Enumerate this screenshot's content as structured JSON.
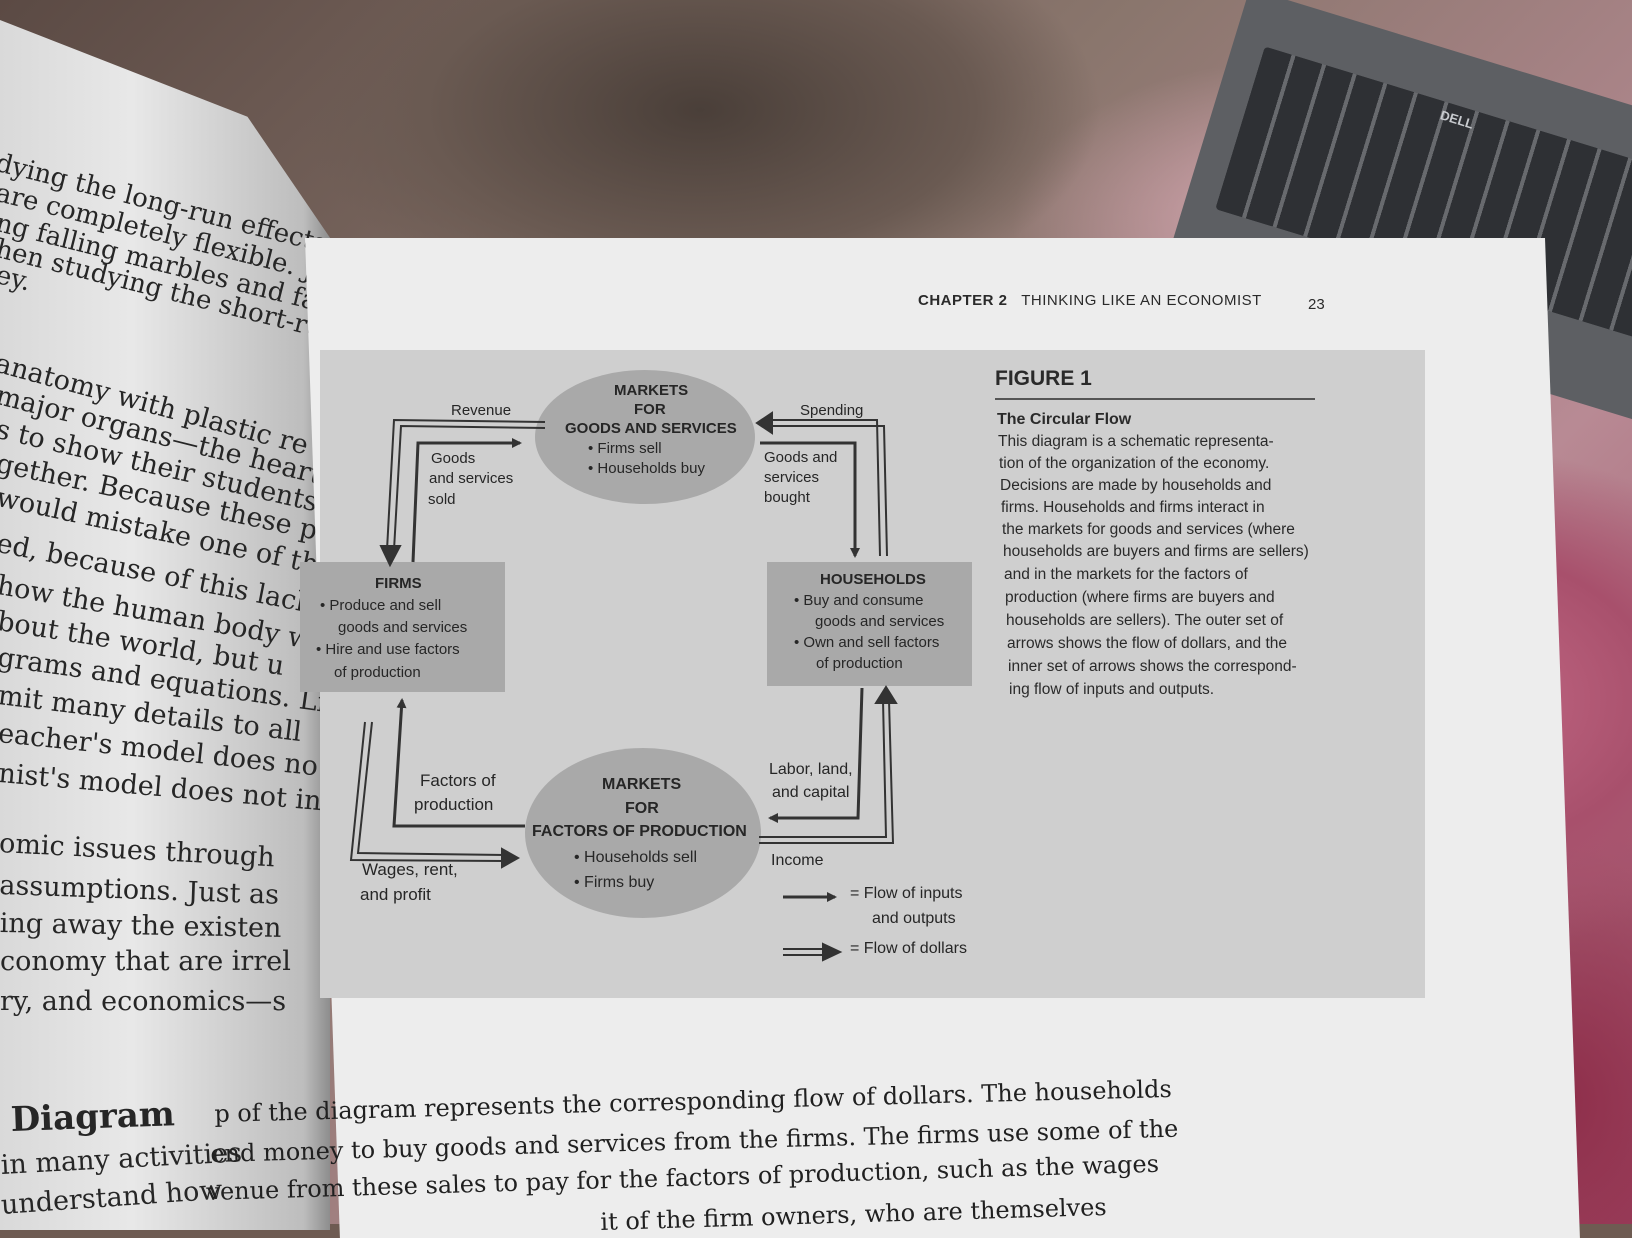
{
  "left_page": {
    "lines": [
      "dying the long-run effects of",
      "are completely flexible. Just as",
      "ng falling marbles and falling",
      "hen studying the short-run i",
      "ey.",
      "anatomy with plastic re",
      "major organs—the heart, li",
      "s to show their students w",
      "gether. Because these pl",
      "would mistake one of the",
      "ed, because of this lack o",
      "how the human body wo",
      "bout the world, but u",
      "grams and equations. Li",
      "mit many details to all",
      "eacher's model does no",
      "nist's model does not in",
      "omic issues through",
      "assumptions. Just as",
      "ing away the existen",
      "conomy that are irrel",
      "ry, and economics—s",
      "Diagram",
      "in many activities",
      "understand how"
    ]
  },
  "header": {
    "chapter": "CHAPTER 2",
    "chapter_title": "THINKING LIKE AN ECONOMIST",
    "page_number": "23"
  },
  "figure": {
    "label": "FIGURE 1",
    "caption_title": "The Circular Flow",
    "caption_lines": [
      "This diagram is a schematic representa-",
      "tion of the organization of the economy.",
      "Decisions are made by households and",
      "firms. Households and firms interact in",
      "the markets for goods and services (where",
      "households are buyers and firms are sellers)",
      "and in the markets for the factors of",
      "production (where firms are buyers and",
      "households are sellers). The outer set of",
      "arrows shows the flow of dollars, and the",
      "inner set of arrows shows the correspond-",
      "ing flow of inputs and outputs."
    ]
  },
  "diagram": {
    "goods_market": {
      "title_lines": [
        "MARKETS",
        "FOR",
        "GOODS AND SERVICES"
      ],
      "bullets": [
        "Firms sell",
        "Households buy"
      ]
    },
    "factors_market": {
      "title_lines": [
        "MARKETS",
        "FOR",
        "FACTORS OF PRODUCTION"
      ],
      "bullets": [
        "Households sell",
        "Firms buy"
      ]
    },
    "firms": {
      "title": "FIRMS",
      "bullets": [
        "Produce and sell",
        "goods and services",
        "Hire and use factors",
        "of production"
      ]
    },
    "households": {
      "title": "HOUSEHOLDS",
      "bullets": [
        "Buy and consume",
        "goods and services",
        "Own and sell factors",
        "of production"
      ]
    },
    "flow_labels": {
      "revenue": "Revenue",
      "spending": "Spending",
      "goods_sold": [
        "Goods",
        "and services",
        "sold"
      ],
      "goods_bought": [
        "Goods and",
        "services",
        "bought"
      ],
      "factors": [
        "Factors of",
        "production"
      ],
      "labor": [
        "Labor, land,",
        "and capital"
      ],
      "wages": [
        "Wages, rent,",
        "and profit"
      ],
      "income": "Income"
    },
    "legend": {
      "inputs": [
        "= Flow of inputs",
        "and outputs"
      ],
      "dollars": "= Flow of dollars"
    }
  },
  "body_text": {
    "lines": [
      "p of the diagram represents the corresponding flow of dollars. The households",
      "end money to buy goods and services from the firms. The firms use some of the",
      "venue from these sales to pay for the factors of production, such as the wages",
      "it of the firm owners, who are themselves"
    ]
  }
}
